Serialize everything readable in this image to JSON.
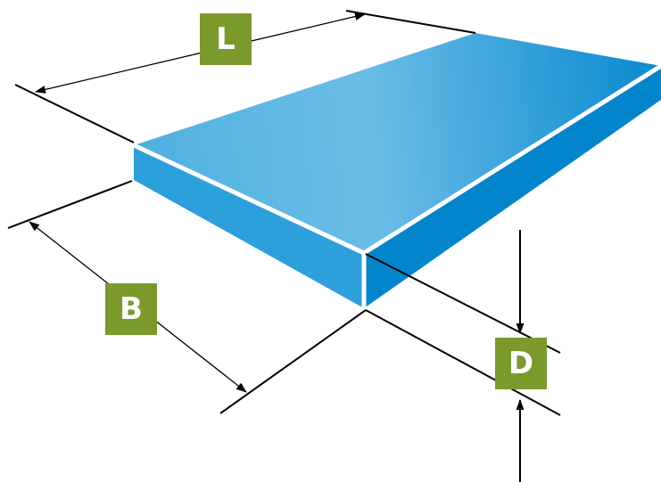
{
  "diagram": {
    "colors": {
      "label_background": "#7a9a2c",
      "label_text": "#ffffff",
      "line": "#000000",
      "slab_top_light": "#6bbde6",
      "slab_top_dark": "#0a8ad0",
      "slab_front": "#2da0dc",
      "slab_side": "#0385cb",
      "edge_highlight": "#ffffff"
    },
    "dimensions": {
      "length": {
        "label": "L"
      },
      "breadth": {
        "label": "B"
      },
      "depth": {
        "label": "D"
      }
    }
  }
}
